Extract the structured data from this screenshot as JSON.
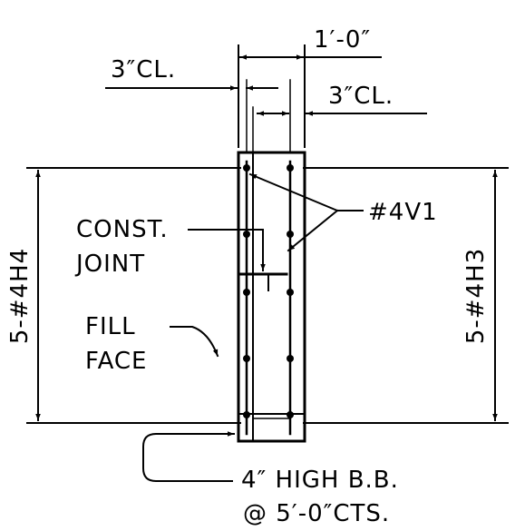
{
  "diagram": {
    "dimension_top": "1′-0″",
    "clear_cover_left": "3″CL.",
    "clear_cover_right": "3″CL.",
    "left_bars": "5-#4H4",
    "right_bars": "5-#4H3",
    "vertical_bars": "#4V1",
    "construction_joint": [
      "CONST.",
      "JOINT"
    ],
    "fill_face": [
      "FILL",
      "FACE"
    ],
    "block_note": [
      "4″ HIGH B.B.",
      "@ 5′-0″CTS."
    ]
  },
  "colors": {
    "ink": "#000000",
    "paper": "#ffffff"
  }
}
